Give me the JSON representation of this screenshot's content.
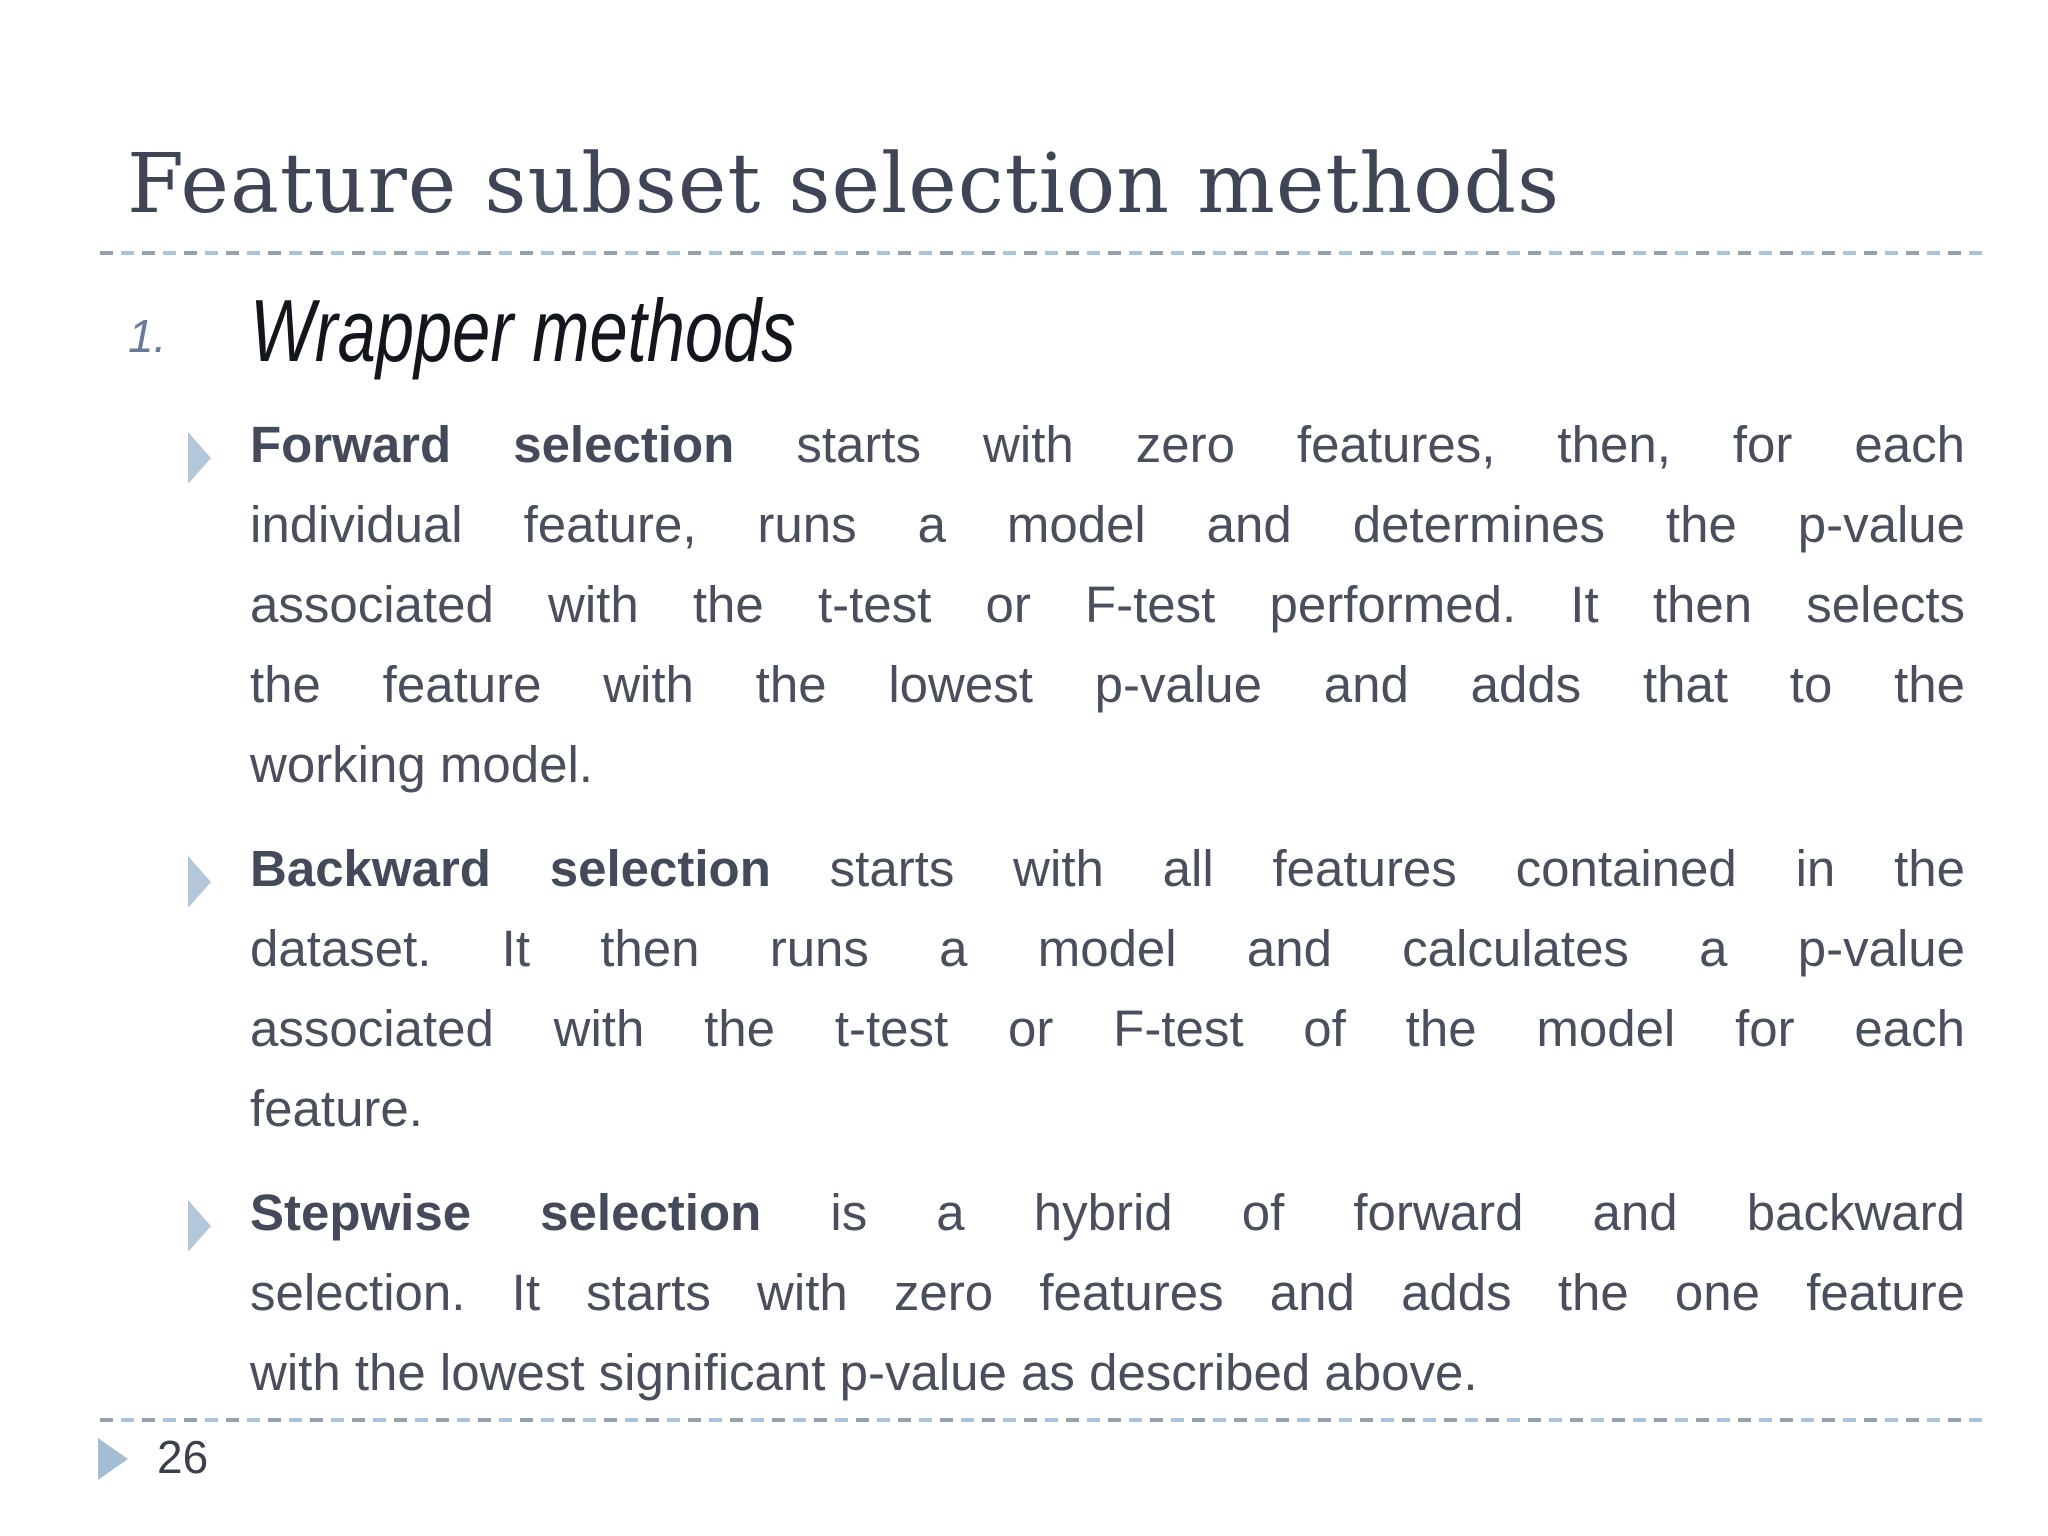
{
  "slide": {
    "title": "Feature subset selection methods",
    "list_number": "1.",
    "list_heading": "Wrapper methods",
    "bullets": [
      {
        "bold_text": "Forward selection",
        "lines": [
          "starts with zero features, then, for each",
          "individual feature, runs a model and determines the p-value",
          "associated with the t-test or F-test performed. It then selects",
          "the feature with the lowest p-value and adds that to the",
          "working model."
        ]
      },
      {
        "bold_text": "Backward selection",
        "lines": [
          "starts with all features contained in the",
          "dataset. It then runs a model and calculates a p-value",
          "associated with the t-test or F-test of the model for each",
          "feature."
        ]
      },
      {
        "bold_text": "Stepwise selection",
        "lines": [
          "is a hybrid of forward and backward",
          "selection. It starts with zero features and adds the one feature",
          "with the lowest significant p-value as described above."
        ]
      }
    ],
    "page_number": "26",
    "icons": {
      "bullet_marker": "right-triangle-icon",
      "footer_marker": "right-triangle-icon"
    },
    "colors": {
      "background": "#ffffff",
      "title_text": "#3f4456",
      "heading_text": "#14161d",
      "list_number_text": "#6d7a99",
      "body_text": "#4a4f5d",
      "bullet_triangle": "#b3c6da",
      "footer_triangle": "#a3bdd4",
      "dashed_line_gray": "#97a1ad",
      "dashed_line_blue": "#a9c3dc"
    }
  }
}
